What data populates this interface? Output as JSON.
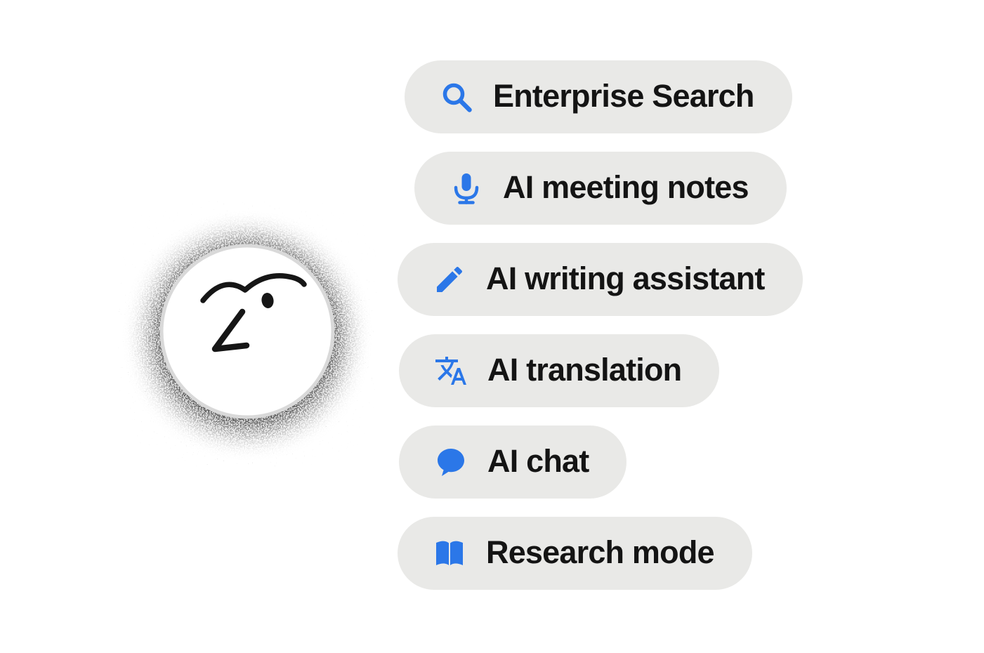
{
  "colors": {
    "accent": "#2b77e8",
    "pill_bg": "#e9e9e7",
    "text": "#141414",
    "page_bg": "#ffffff"
  },
  "avatar": {
    "name": "doodle-face-logo",
    "alt": "hand-drawn face inside white circle with grainy halo"
  },
  "features": [
    {
      "label": "Enterprise Search",
      "icon": "search-icon"
    },
    {
      "label": "AI meeting notes",
      "icon": "microphone-icon"
    },
    {
      "label": "AI writing assistant",
      "icon": "pencil-icon"
    },
    {
      "label": "AI translation",
      "icon": "translate-icon"
    },
    {
      "label": "AI chat",
      "icon": "chat-bubble-icon"
    },
    {
      "label": "Research mode",
      "icon": "open-book-icon"
    }
  ]
}
